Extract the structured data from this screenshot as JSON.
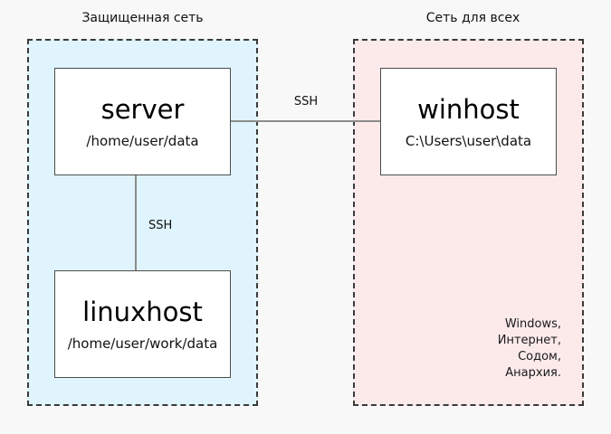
{
  "diagram": {
    "networks": [
      {
        "label": "Защищенная сеть",
        "fill": "#dff4fc",
        "nodes": [
          {
            "title": "server",
            "subtitle": "/home/user/data"
          },
          {
            "title": "linuxhost",
            "subtitle": "/home/user/work/data"
          }
        ]
      },
      {
        "label": "Сеть для всех",
        "fill": "#fceaea",
        "nodes": [
          {
            "title": "winhost",
            "subtitle": "C:\\Users\\user\\data"
          }
        ]
      }
    ],
    "edges": [
      {
        "from": "server",
        "to": "winhost",
        "label": "SSH"
      },
      {
        "from": "server",
        "to": "linuxhost",
        "label": "SSH"
      }
    ],
    "note_lines": [
      "Windows,",
      "Интернет,",
      "Содом,",
      "Анархия."
    ]
  },
  "colors": {
    "background": "#f8f8f9",
    "protected_zone_fill": "#dff4fc",
    "public_zone_fill": "#fceaea",
    "zone_border": "#3a3a3a",
    "node_border": "#4c4c4c",
    "edge_line": "#8c8c8c"
  }
}
